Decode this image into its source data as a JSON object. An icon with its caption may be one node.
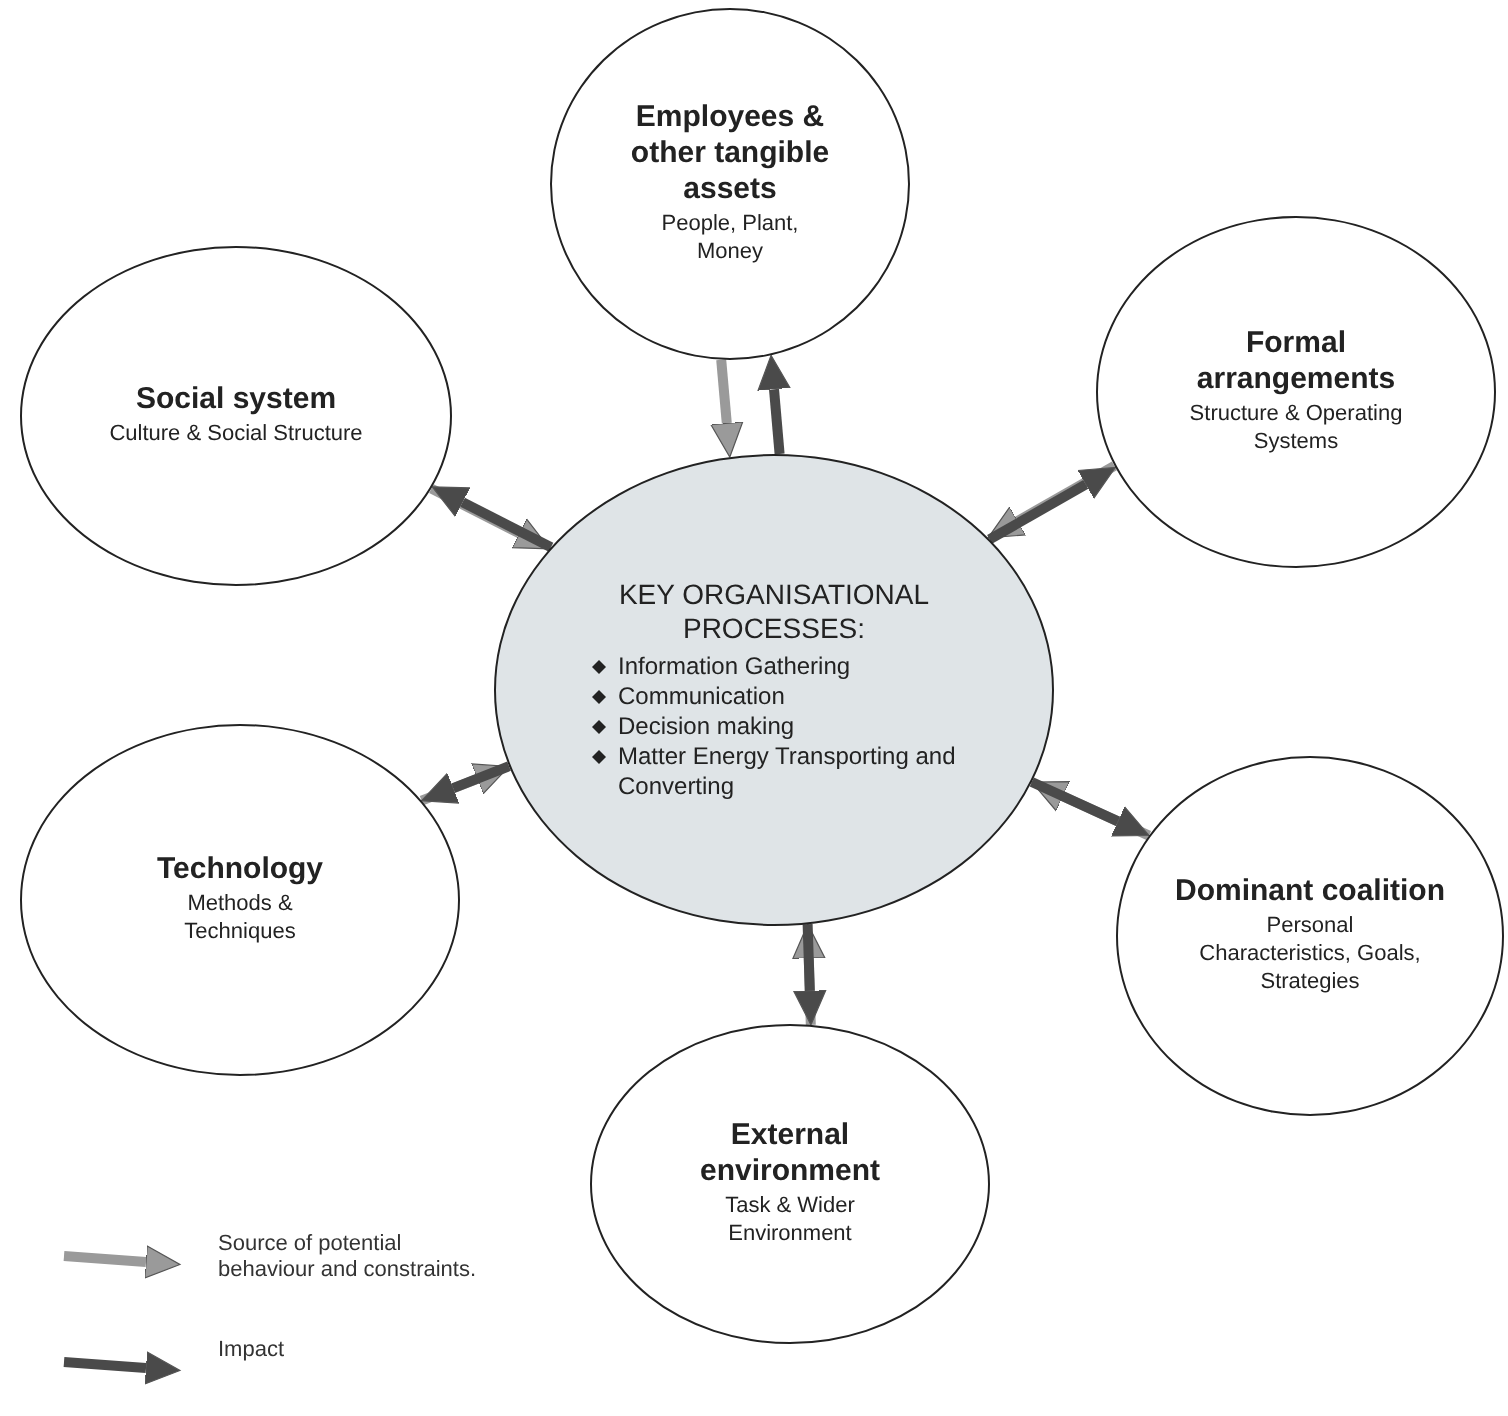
{
  "diagram": {
    "nodes": [
      {
        "text": [
          "Employees & other tangible assets",
          "People, Plant, Money"
        ]
      },
      {
        "text": [
          "Social system",
          "Culture & Social Structure"
        ]
      },
      {
        "text": [
          "Formal arrangements",
          "Structure & Operating Systems"
        ]
      },
      {
        "text": [
          "KEY ORGANISATIONAL PROCESSES:",
          "Information Gathering",
          "Communication",
          "Decision making",
          "Matter Energy Transporting and Converting"
        ]
      },
      {
        "text": [
          "Technology",
          "Methods & Techniques"
        ]
      },
      {
        "text": [
          "Dominant coalition",
          "Personal Characteristics, Goals, Strategies"
        ]
      },
      {
        "text": [
          "External environment",
          "Task & Wider Environment"
        ]
      }
    ],
    "edges": [
      {
        "from": 0,
        "to": 3,
        "arrow": "to",
        "color": "#9a9a9a"
      },
      {
        "from": 3,
        "to": 0,
        "arrow": "to",
        "color": "#4a4a4a"
      },
      {
        "from": 1,
        "to": 3,
        "arrow": "to",
        "color": "#9a9a9a"
      },
      {
        "from": 3,
        "to": 1,
        "arrow": "to",
        "color": "#4a4a4a"
      },
      {
        "from": 2,
        "to": 3,
        "arrow": "to",
        "color": "#9a9a9a"
      },
      {
        "from": 3,
        "to": 2,
        "arrow": "to",
        "color": "#4a4a4a"
      },
      {
        "from": 4,
        "to": 3,
        "arrow": "to",
        "color": "#9a9a9a"
      },
      {
        "from": 3,
        "to": 4,
        "arrow": "to",
        "color": "#4a4a4a"
      },
      {
        "from": 5,
        "to": 3,
        "arrow": "to",
        "color": "#9a9a9a"
      },
      {
        "from": 3,
        "to": 5,
        "arrow": "to",
        "color": "#4a4a4a"
      },
      {
        "from": 6,
        "to": 3,
        "arrow": "to",
        "color": "#9a9a9a"
      },
      {
        "from": 3,
        "to": 6,
        "arrow": "to",
        "color": "#4a4a4a"
      }
    ],
    "legend": [
      {
        "text": "Source of potential behaviour and constraints."
      },
      {
        "text": "Impact"
      }
    ]
  }
}
